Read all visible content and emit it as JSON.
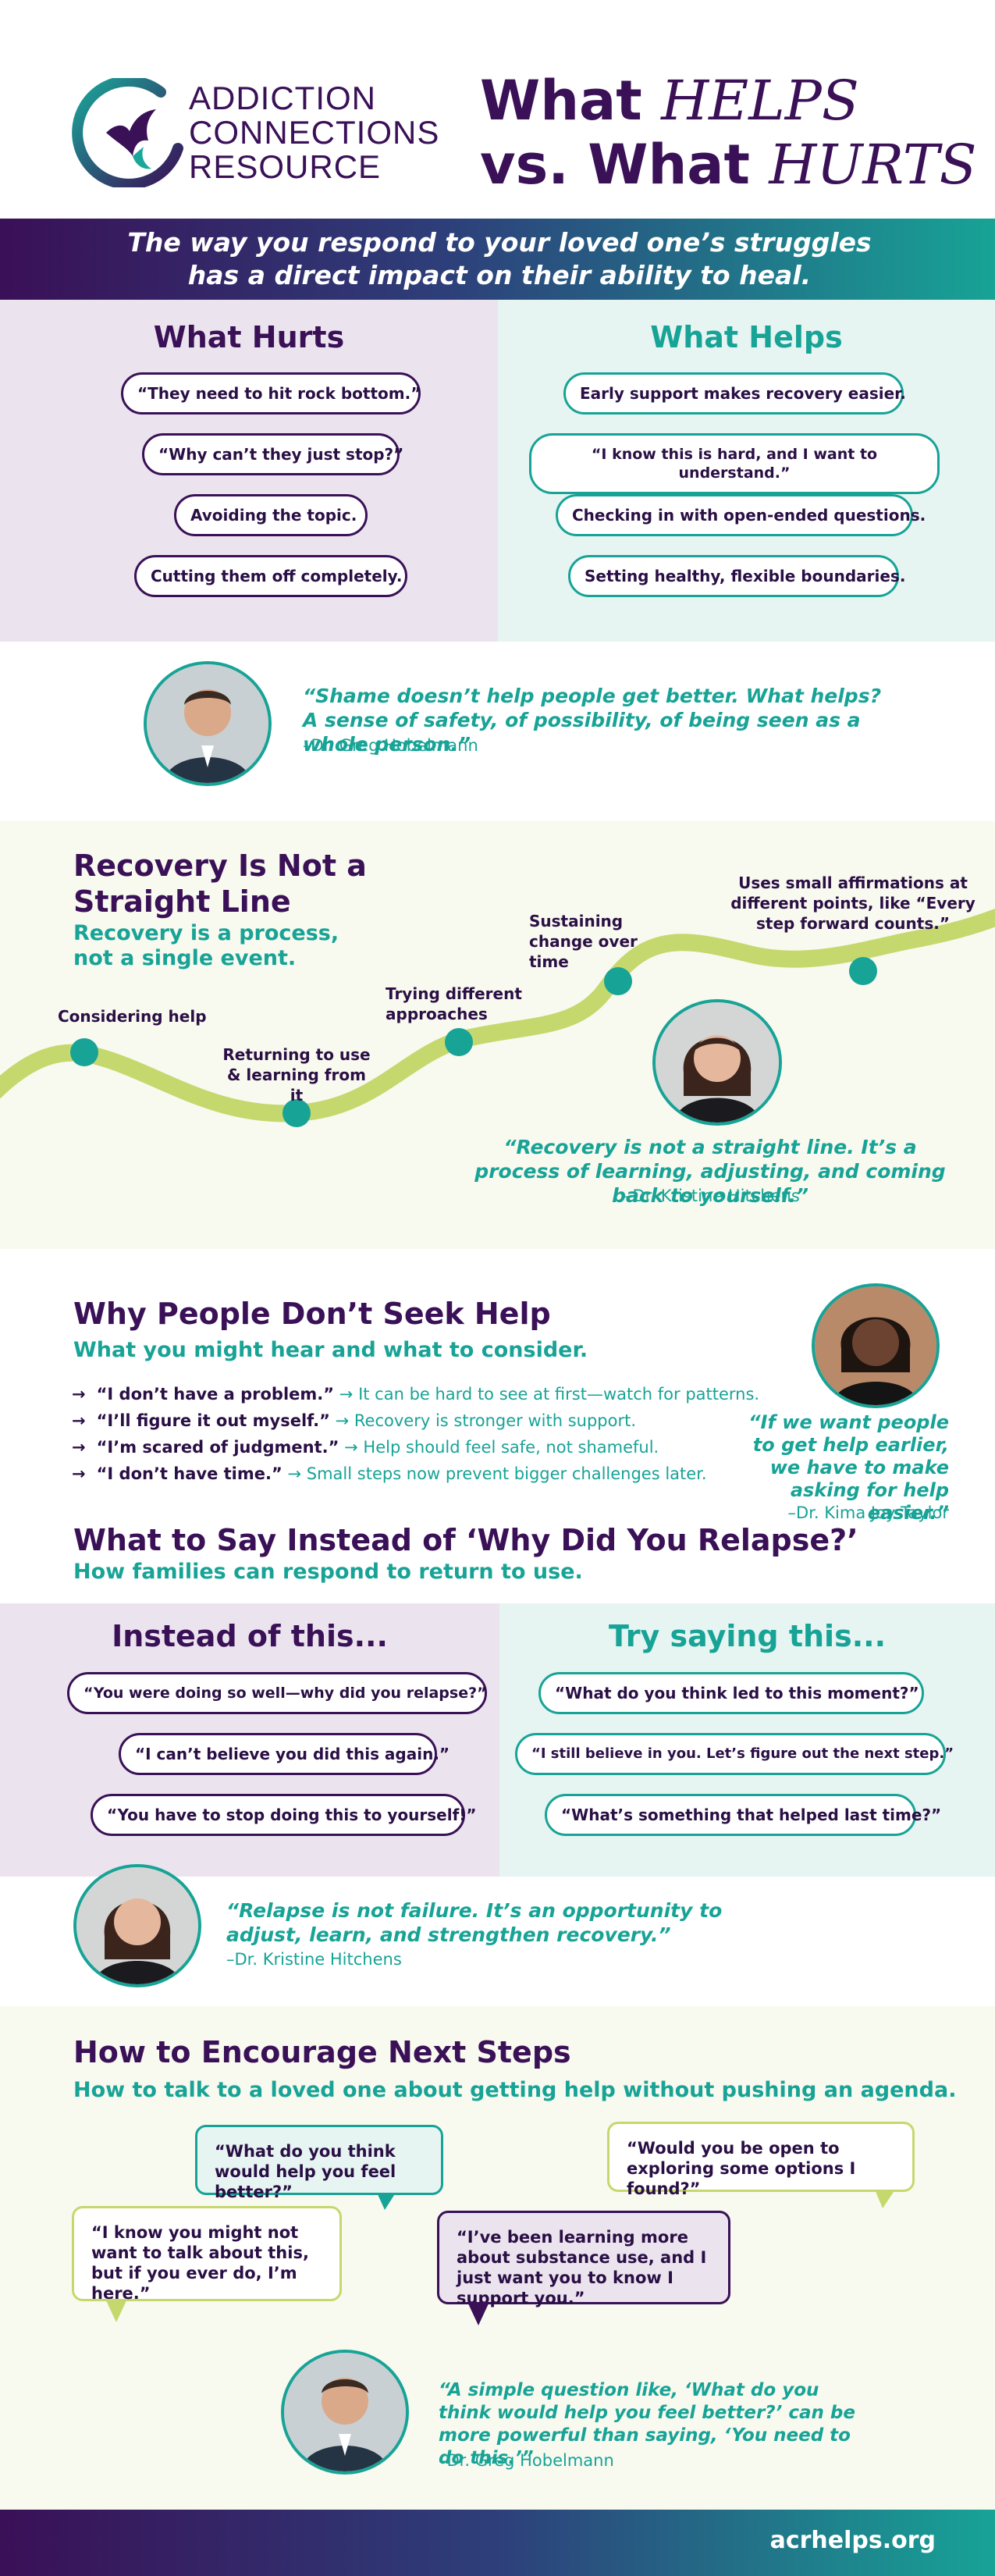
{
  "brand": {
    "line1": "ADDICTION",
    "line2": "CONNECTIONS",
    "line3": "RESOURCE",
    "logo_icon": "phoenix-icon"
  },
  "header": {
    "title_a1": "What ",
    "title_a2": "HELPS",
    "title_b1": "vs. What ",
    "title_b2": "HURTS"
  },
  "banner": {
    "text": "The way you respond to your loved one’s struggles has a direct impact on their ability to heal."
  },
  "hurts_helps": {
    "hurts_title": "What Hurts",
    "helps_title": "What Helps",
    "hurts": [
      "“They need to hit rock bottom.”",
      "“Why can’t they just stop?”",
      "Avoiding the topic.",
      "Cutting them off completely."
    ],
    "helps": [
      "Early support makes recovery easier.",
      "“I know this is hard, and I want to understand.”",
      "Checking in with open-ended questions.",
      "Setting healthy, flexible boundaries."
    ]
  },
  "quote1": {
    "text": "“Shame doesn’t help people get better. What helps? A sense of safety, of possibility, of being seen as a whole person.”",
    "attribution": "–Dr. Greg Hobelmann"
  },
  "recovery": {
    "title": "Recovery Is Not a Straight Line",
    "subtitle": "Recovery is a process, not a single event.",
    "stages": [
      "Considering help",
      "Returning to use & learning from it",
      "Trying different approaches",
      "Sustaining change over time",
      "Uses small affirmations at different points, like “Every step forward counts.”"
    ],
    "quote": "“Recovery is not a straight line. It’s a process of learning, adjusting, and coming back to yourself.”",
    "attribution": "–Dr. Kristine Hitchens"
  },
  "seek": {
    "title": "Why People Don’t Seek Help",
    "subtitle": "What you might hear and what to consider.",
    "rows": [
      {
        "say": "“I don’t have a problem.”",
        "consider": "It can be hard to see at first—watch for patterns."
      },
      {
        "say": "“I’ll figure it out myself.”",
        "consider": "Recovery is stronger with support."
      },
      {
        "say": "“I’m scared of judgment.”",
        "consider": "Help should feel safe, not shameful."
      },
      {
        "say": "“I don’t have time.”",
        "consider": "Small steps now prevent bigger challenges later."
      }
    ],
    "arrow": "→",
    "quote": "“If we want people to get help earlier, we have to make asking for help easier.”",
    "attribution": "–Dr. Kima Joy Taylor"
  },
  "relapse": {
    "title": "What to Say Instead of ‘Why Did You Relapse?’",
    "subtitle": "How families can respond to return to use.",
    "instead_title": "Instead of this...",
    "try_title": "Try saying this...",
    "instead": [
      "“You were doing so well—why did you relapse?”",
      "“I can’t believe you did this again.”",
      "“You have to stop doing this to yourself!”"
    ],
    "try": [
      "“What do you think led to this moment?”",
      "“I still believe in you. Let’s figure out the next step.”",
      "“What’s something that helped last time?”"
    ],
    "quote": "“Relapse is not failure. It’s an opportunity to adjust, learn, and strengthen recovery.”",
    "attribution": "–Dr. Kristine Hitchens"
  },
  "encourage": {
    "title": "How to Encourage Next Steps",
    "subtitle": "How to talk to a loved one about getting help without pushing an agenda.",
    "bubbles": [
      "“What do you think would help you feel better?”",
      "“Would you be open to exploring some options I found?”",
      "“I know you might not want to talk about this, but if you ever do, I’m here.”",
      "“I’ve been learning more about substance use, and I just want you to know I support you.”"
    ],
    "quote": "“A simple question like, ‘What do you think would help you feel better?’ can be more powerful than saying, ‘You need to do this.’”",
    "attribution": "–Dr. Greg Hobelmann"
  },
  "footer": {
    "url": "acrhelps.org"
  },
  "colors": {
    "purple": "#3a1057",
    "teal": "#17a396",
    "lime": "#c5d86d",
    "lavender_bg": "#ebe4ee",
    "mint_bg": "#e6f4f2",
    "cream_bg": "#f8f9ef"
  }
}
